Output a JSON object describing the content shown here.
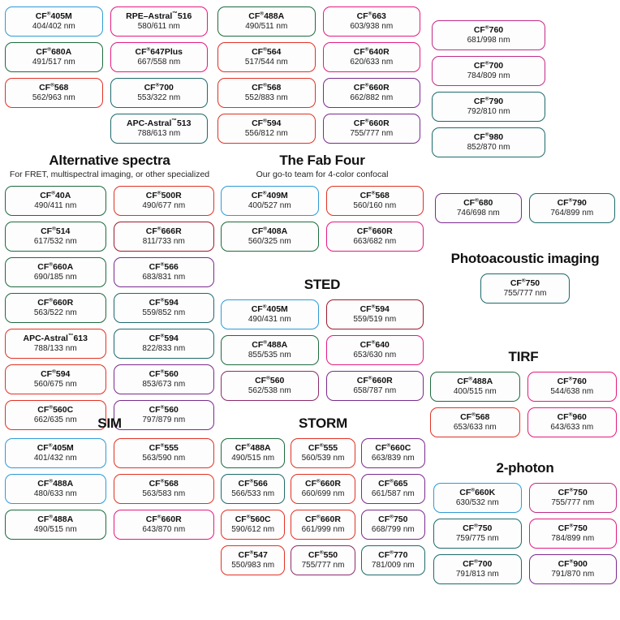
{
  "sections": {
    "top_left": {
      "title": "",
      "subtitle": "",
      "chips": [
        {
          "name": "CF®405M",
          "spec": "404/402 nm",
          "color": "blue"
        },
        {
          "name": "RPE–Astral™516",
          "spec": "580/611 nm",
          "color": "pink"
        },
        {
          "name": "CF®680A",
          "spec": "491/517 nm",
          "color": "green"
        },
        {
          "name": "CF®647Plus",
          "spec": "667/558 nm",
          "color": "pink"
        },
        {
          "name": "CF®568",
          "spec": "562/963 nm",
          "color": "red"
        },
        {
          "name": "CF®700",
          "spec": "553/322 nm",
          "color": "teal"
        },
        {
          "name": "",
          "spec": "",
          "color": "none"
        },
        {
          "name": "APC-Astral™513",
          "spec": "788/613 nm",
          "color": "teal"
        }
      ]
    },
    "top_mid": {
      "chips": [
        {
          "name": "CF®488A",
          "spec": "490/511 nm",
          "color": "green"
        },
        {
          "name": "CF®663",
          "spec": "603/938 nm",
          "color": "pink"
        },
        {
          "name": "CF®564",
          "spec": "517/544 nm",
          "color": "red"
        },
        {
          "name": "CF®640R",
          "spec": "620/633 nm",
          "color": "pink"
        },
        {
          "name": "CF®568",
          "spec": "552/883 nm",
          "color": "red"
        },
        {
          "name": "CF®660R",
          "spec": "662/882 nm",
          "color": "purple"
        },
        {
          "name": "CF®594",
          "spec": "556/812 nm",
          "color": "red"
        },
        {
          "name": "CF®660R",
          "spec": "755/777 nm",
          "color": "purple"
        }
      ]
    },
    "top_right": {
      "chips": [
        {
          "name": "CF®760",
          "spec": "681/998 nm",
          "color": "magenta"
        },
        {
          "name": "CF®700",
          "spec": "784/809 nm",
          "color": "magenta"
        },
        {
          "name": "CF®790",
          "spec": "792/810 nm",
          "color": "teal"
        },
        {
          "name": "CF®980",
          "spec": "852/870 nm",
          "color": "teal"
        }
      ]
    },
    "alternative": {
      "title": "Alternative spectra",
      "subtitle": "For FRET, multispectral imaging, or other specialized",
      "chips": [
        {
          "name": "CF®40A",
          "spec": "490/411 nm",
          "color": "green"
        },
        {
          "name": "CF®500R",
          "spec": "490/677 nm",
          "color": "red"
        },
        {
          "name": "CF®514",
          "spec": "617/532 nm",
          "color": "green"
        },
        {
          "name": "CF®666R",
          "spec": "811/733 nm",
          "color": "darkred"
        },
        {
          "name": "CF®660A",
          "spec": "690/185 nm",
          "color": "green"
        },
        {
          "name": "CF®566",
          "spec": "683/831 nm",
          "color": "purple"
        },
        {
          "name": "CF®660R",
          "spec": "563/522 nm",
          "color": "green"
        },
        {
          "name": "CF®594",
          "spec": "559/852 nm",
          "color": "teal"
        },
        {
          "name": "APC-Astral™613",
          "spec": "788/133 nm",
          "color": "red"
        },
        {
          "name": "CF®594",
          "spec": "822/833 nm",
          "color": "teal"
        },
        {
          "name": "CF®594",
          "spec": "560/675 nm",
          "color": "red"
        },
        {
          "name": "CF®560",
          "spec": "853/673 nm",
          "color": "purple"
        },
        {
          "name": "CF®560C",
          "spec": "662/635 nm",
          "color": "red"
        },
        {
          "name": "CF®560",
          "spec": "797/879 nm",
          "color": "purple"
        }
      ]
    },
    "fab_four": {
      "title": "The Fab Four",
      "subtitle": "Our go-to team for 4-color confocal",
      "chips": [
        {
          "name": "CF®409M",
          "spec": "400/527 nm",
          "color": "blue"
        },
        {
          "name": "CF®568",
          "spec": "560/160 nm",
          "color": "red"
        },
        {
          "name": "CF®408A",
          "spec": "560/325 nm",
          "color": "green"
        },
        {
          "name": "CF®660R",
          "spec": "663/682 nm",
          "color": "pink"
        }
      ]
    },
    "sted": {
      "title": "STED",
      "chips": [
        {
          "name": "CF®405M",
          "spec": "490/431 nm",
          "color": "blue"
        },
        {
          "name": "CF®594",
          "spec": "559/519 nm",
          "color": "darkred"
        },
        {
          "name": "CF®488A",
          "spec": "855/535 nm",
          "color": "green"
        },
        {
          "name": "CF®640",
          "spec": "653/630 nm",
          "color": "pink"
        },
        {
          "name": "CF®560",
          "spec": "562/538 nm",
          "color": "plum"
        },
        {
          "name": "CF®660R",
          "spec": "658/787 nm",
          "color": "purple"
        }
      ]
    },
    "misc_right": {
      "chips": [
        {
          "name": "CF®680",
          "spec": "746/698 nm",
          "color": "purple"
        },
        {
          "name": "CF®790",
          "spec": "764/899 nm",
          "color": "teal"
        }
      ]
    },
    "photoacoustic": {
      "title": "Photoacoustic imaging",
      "chips": [
        {
          "name": "CF®750",
          "spec": "755/777 nm",
          "color": "teal"
        }
      ]
    },
    "tirf": {
      "title": "TIRF",
      "chips": [
        {
          "name": "CF®488A",
          "spec": "400/515 nm",
          "color": "green"
        },
        {
          "name": "CF®760",
          "spec": "544/638 nm",
          "color": "pink"
        },
        {
          "name": "CF®568",
          "spec": "653/633 nm",
          "color": "red"
        },
        {
          "name": "CF®960",
          "spec": "643/633 nm",
          "color": "pink"
        }
      ]
    },
    "two_photon": {
      "title": "2-photon",
      "chips": [
        {
          "name": "CF®660K",
          "spec": "630/532 nm",
          "color": "blue"
        },
        {
          "name": "CF®750",
          "spec": "755/777 nm",
          "color": "magenta"
        },
        {
          "name": "CF®750",
          "spec": "759/775 nm",
          "color": "teal"
        },
        {
          "name": "CF®750",
          "spec": "784/899 nm",
          "color": "pink"
        },
        {
          "name": "CF®700",
          "spec": "791/813 nm",
          "color": "teal"
        },
        {
          "name": "CF®900",
          "spec": "791/870 nm",
          "color": "purple"
        }
      ]
    },
    "sim": {
      "title": "SIM",
      "chips": [
        {
          "name": "CF®405M",
          "spec": "401/432 nm",
          "color": "blue"
        },
        {
          "name": "CF®555",
          "spec": "563/590 nm",
          "color": "red"
        },
        {
          "name": "CF®488A",
          "spec": "480/633 nm",
          "color": "blue"
        },
        {
          "name": "CF®568",
          "spec": "563/583 nm",
          "color": "red"
        },
        {
          "name": "CF®488A",
          "spec": "490/515 nm",
          "color": "green"
        },
        {
          "name": "CF®660R",
          "spec": "643/870 nm",
          "color": "pink"
        }
      ]
    },
    "storm": {
      "title": "STORM",
      "chips": [
        {
          "name": "CF®488A",
          "spec": "490/515 nm",
          "color": "green"
        },
        {
          "name": "CF®555",
          "spec": "560/539 nm",
          "color": "red"
        },
        {
          "name": "CF®660C",
          "spec": "663/839 nm",
          "color": "purple"
        },
        {
          "name": "CF®566",
          "spec": "566/533 nm",
          "color": "teal"
        },
        {
          "name": "CF®660R",
          "spec": "660/699 nm",
          "color": "red"
        },
        {
          "name": "CF®665",
          "spec": "661/587 nm",
          "color": "purple"
        },
        {
          "name": "CF®560C",
          "spec": "590/612 nm",
          "color": "red"
        },
        {
          "name": "CF®660R",
          "spec": "661/999 nm",
          "color": "red"
        },
        {
          "name": "CF®750",
          "spec": "668/799 nm",
          "color": "purple"
        },
        {
          "name": "CF®547",
          "spec": "550/983 nm",
          "color": "red"
        },
        {
          "name": "CF®550",
          "spec": "755/777 nm",
          "color": "plum"
        },
        {
          "name": "CF®770",
          "spec": "781/009 nm",
          "color": "teal"
        }
      ]
    }
  },
  "colors": {
    "blue": "#2e9bd6",
    "green": "#1d6b3e",
    "teal": "#1d6a6c",
    "red": "#e23124",
    "darkred": "#9e1a2b",
    "pink": "#e5197f",
    "magenta": "#c32a86",
    "purple": "#7b2a8e",
    "plum": "#8e2a6d"
  }
}
